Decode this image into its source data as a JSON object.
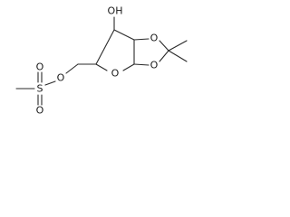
{
  "molecule": {
    "atoms": {
      "oh_top": "OH",
      "o_ring_upper": "O",
      "o_ring_lower": "O",
      "o_furanose": "O",
      "o_ester": "O",
      "s": "S",
      "o_sulfonyl_top": "O",
      "o_sulfonyl_bottom": "O"
    }
  }
}
